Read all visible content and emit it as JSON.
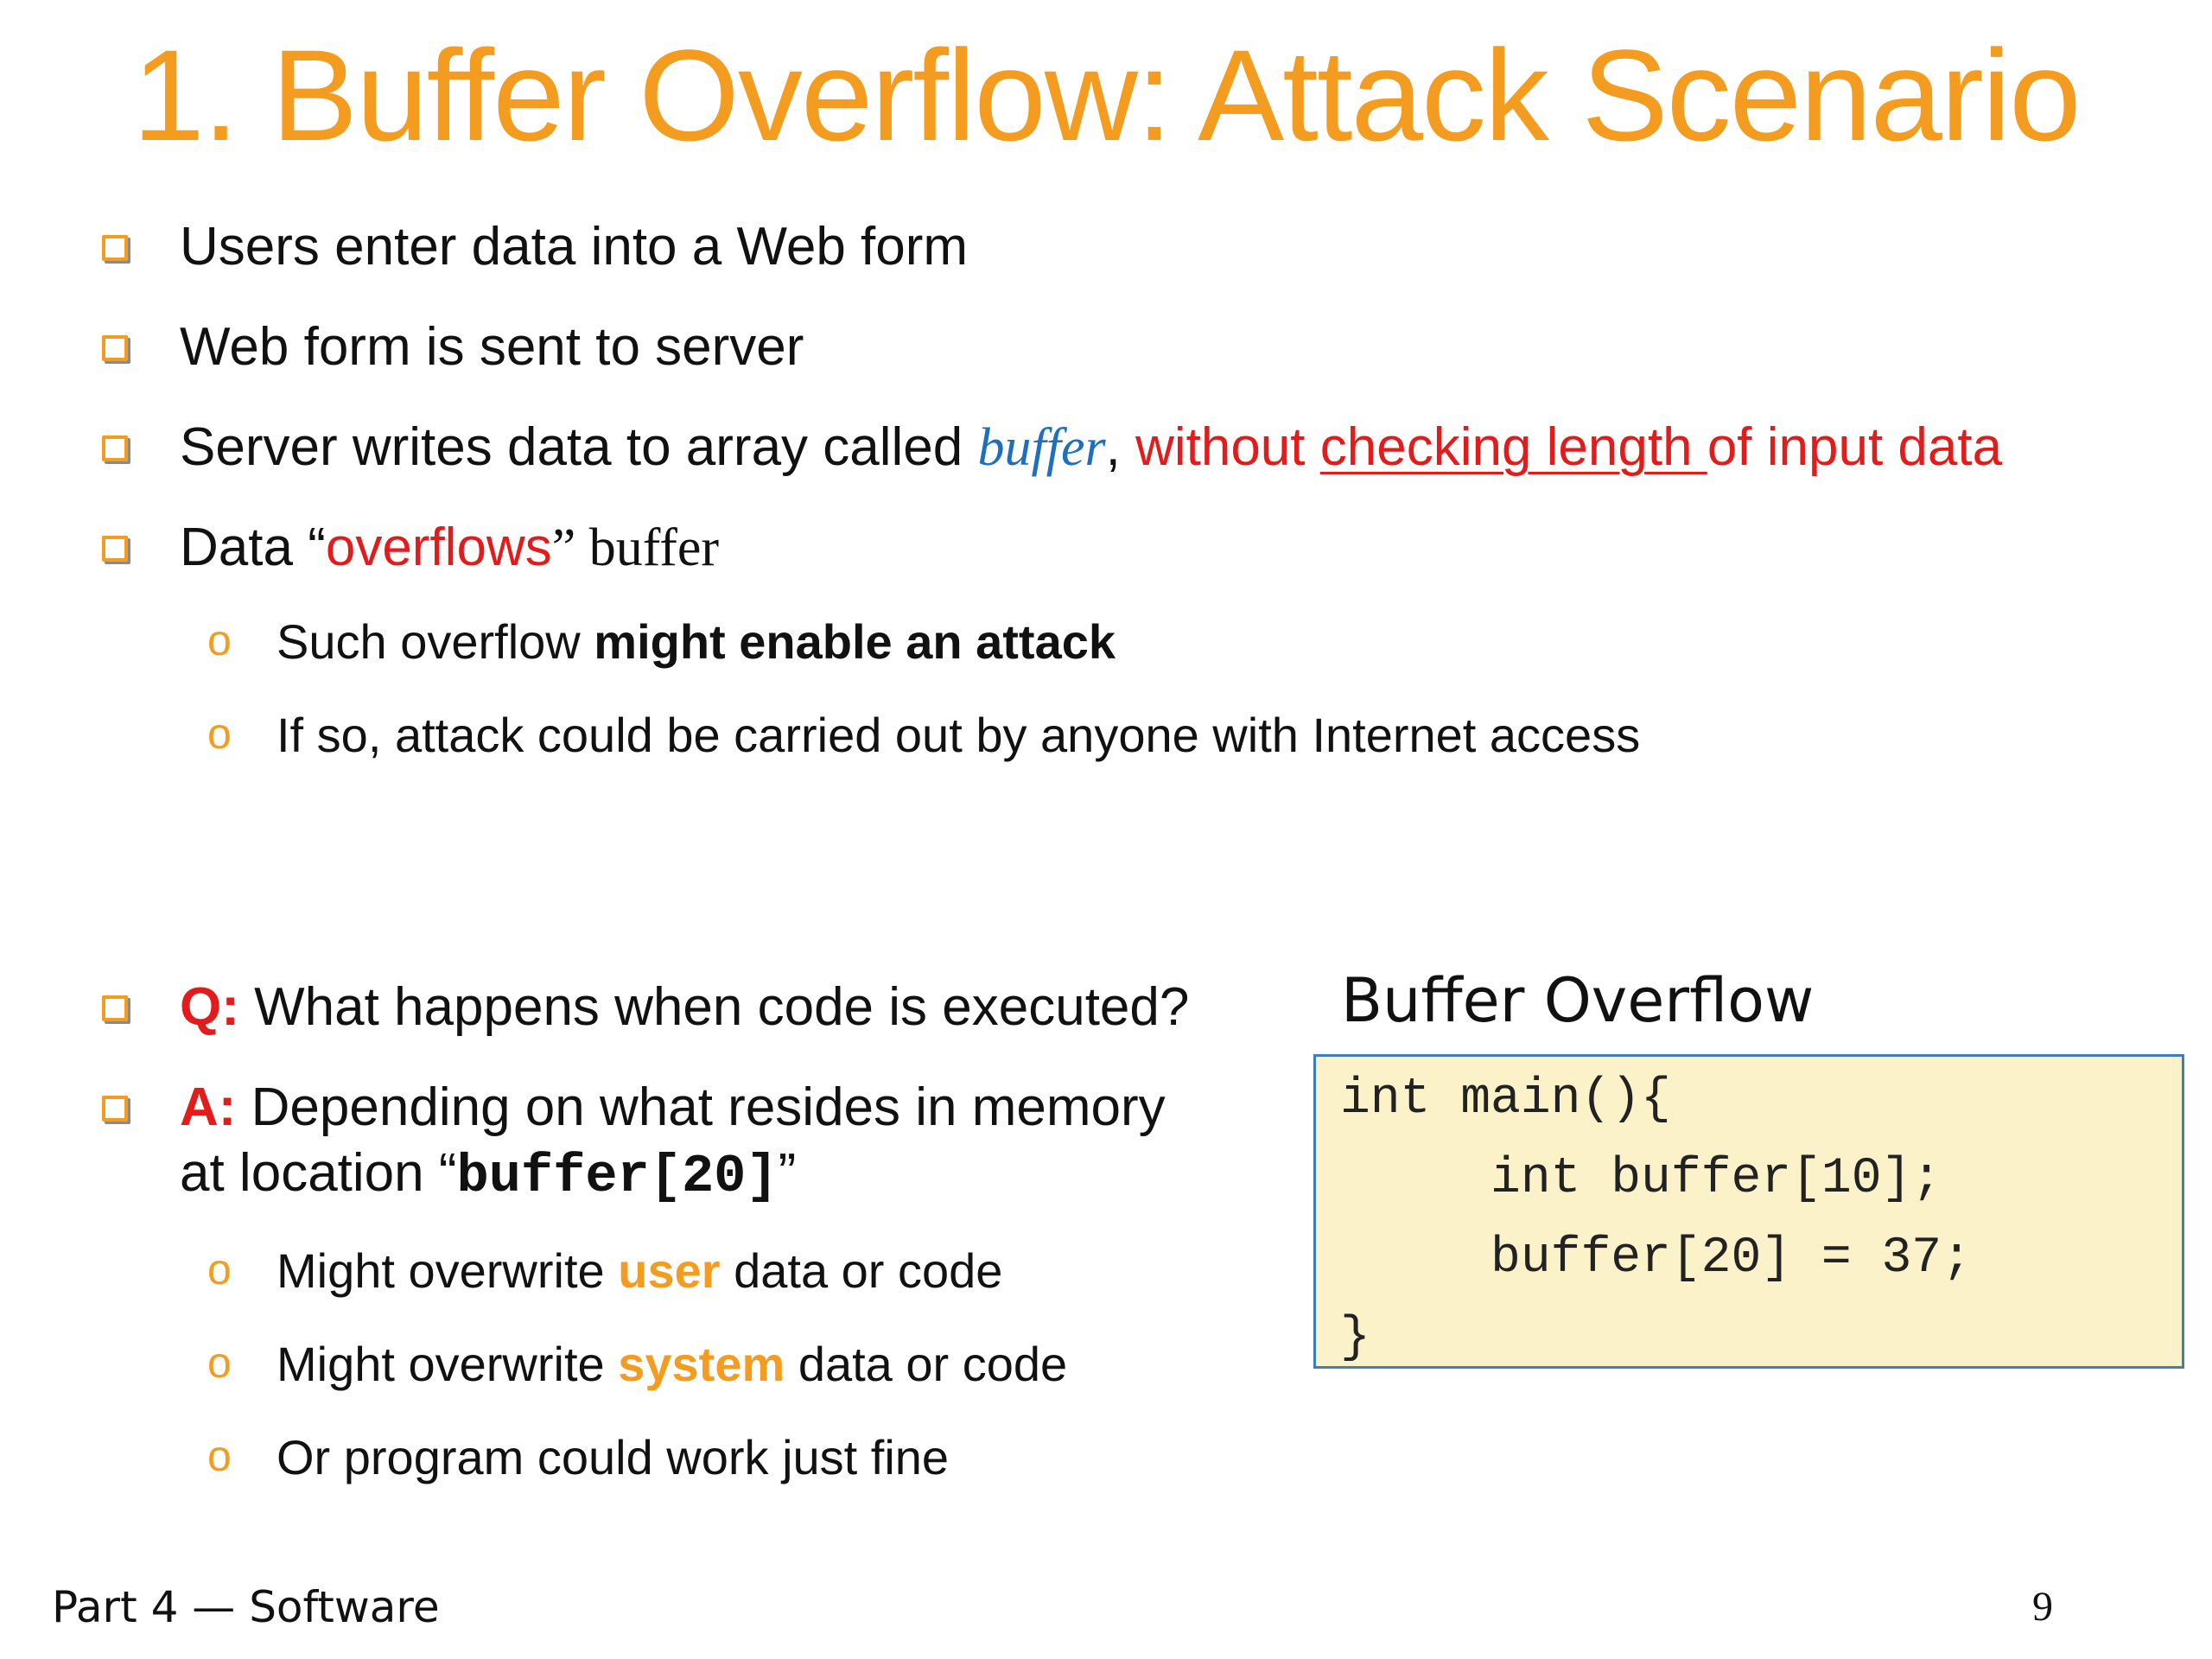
{
  "title": "1. Buffer Overflow: Attack Scenario",
  "bullets": {
    "b1": "Users enter data into a Web form",
    "b2": "Web form is sent to server",
    "b3": {
      "text_a": "Server writes data to array called ",
      "italic": "buffer",
      "comma": ", ",
      "red_a": "without ",
      "red_underline": "checking length ",
      "red_b": "of input data"
    },
    "b4": {
      "text_a": "Data “",
      "red": "overflows",
      "text_b": "” buffer"
    },
    "s1": {
      "text": "Such overflow ",
      "bold": "might enable an attack"
    },
    "s2": "If so, attack could be carried out by anyone with Internet access",
    "q": {
      "label": "Q:",
      "text": " What happens when code is executed?"
    },
    "a": {
      "label": "A:",
      "line1": " Depending on what resides in memory",
      "line2_a": "at location “",
      "code": "buffer[20]",
      "line2_b": "”"
    },
    "s3": {
      "a": "Might overwrite ",
      "highlight": "user",
      "b": " data or code"
    },
    "s4": {
      "a": "Might overwrite ",
      "highlight": "system",
      "b": " data or code"
    },
    "s5": "Or program could work just fine"
  },
  "code_block": {
    "caption": "Buffer Overflow",
    "lines": [
      "int main(){",
      "     int buffer[10];",
      "     buffer[20] = 37;",
      "}"
    ]
  },
  "footer": {
    "left": "Part 4 — Software",
    "page": "9"
  },
  "colors": {
    "accent": "#f39c1f",
    "red": "#e31b1b",
    "blue": "#1f6fbf",
    "code_bg": "#fcf2c9"
  }
}
